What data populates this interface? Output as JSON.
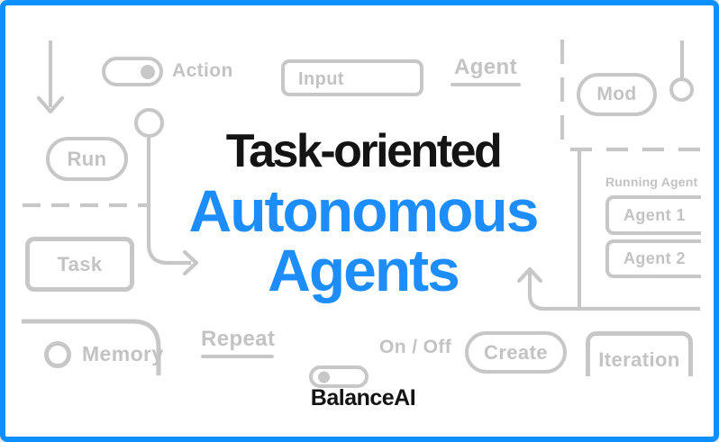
{
  "brand": {
    "name": "BalanceAI"
  },
  "title": {
    "line1": "Task-oriented",
    "line2": "Autonomous",
    "line3": "Agents"
  },
  "colors": {
    "frame_blue": "#0d90fb",
    "title_blue": "#1c8dfb",
    "title_black": "#141414",
    "stroke_gray": "#c7c7c7",
    "text_gray": "#c3c3c3"
  },
  "icons": {
    "top_left": "arrow-down-icon",
    "task_flow": "arrow-right-icon",
    "loop": "arrow-up-icon",
    "node": "circle-node-icon",
    "pendulum": "circle-node-icon"
  },
  "widgets": {
    "action_toggle": {
      "label": "Action",
      "state": "on"
    },
    "input_box": {
      "value": "Input"
    },
    "agent_link": {
      "label": "Agent"
    },
    "mod_button": {
      "label": "Mod"
    },
    "run_button": {
      "label": "Run"
    },
    "task_box": {
      "label": "Task"
    },
    "memory_item": {
      "label": "Memory"
    },
    "repeat_link": {
      "label": "Repeat"
    },
    "onoff_toggle": {
      "label": "On / Off",
      "state": "off"
    },
    "create_button": {
      "label": "Create"
    },
    "iteration_box": {
      "label": "Iteration"
    },
    "running_agent_panel": {
      "title": "Running Agent",
      "agents": [
        "Agent 1",
        "Agent 2"
      ]
    }
  }
}
